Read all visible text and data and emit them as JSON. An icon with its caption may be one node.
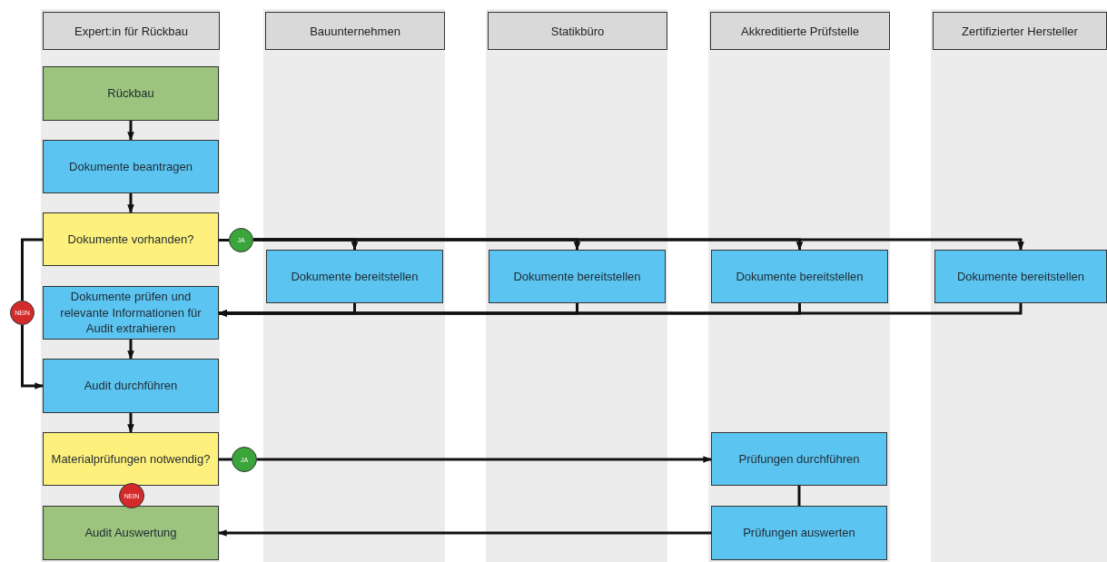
{
  "diagram": {
    "nodes": [
      {
        "text": [
          "Expert:in für Rückbau"
        ]
      },
      {
        "text": [
          "Bauunternehmen"
        ]
      },
      {
        "text": [
          "Statikbüro"
        ]
      },
      {
        "text": [
          "Akkreditierte Prüfstelle"
        ]
      },
      {
        "text": [
          "Zertifizierter Hersteller"
        ]
      },
      {
        "text": [
          "Rückbau"
        ],
        "in": 0
      },
      {
        "text": [
          "Dokumente beantragen"
        ],
        "in": 0
      },
      {
        "text": [
          "Dokumente vorhanden?"
        ],
        "in": 0
      },
      {
        "text": [
          "JA"
        ]
      },
      {
        "text": [
          "NEIN"
        ]
      },
      {
        "text": [
          "Dokumente bereitstellen"
        ],
        "in": 1
      },
      {
        "text": [
          "Dokumente bereitstellen"
        ],
        "in": 2
      },
      {
        "text": [
          "Dokumente bereitstellen"
        ],
        "in": 3
      },
      {
        "text": [
          "Dokumente bereitstellen"
        ],
        "in": 4
      },
      {
        "text": [
          "Dokumente prüfen und relevante Informationen für Audit extrahieren"
        ],
        "in": 0
      },
      {
        "text": [
          "Audit durchführen"
        ],
        "in": 0
      },
      {
        "text": [
          "Materialprüfungen notwendig?"
        ],
        "in": 0
      },
      {
        "text": [
          "JA"
        ]
      },
      {
        "text": [
          "NEIN"
        ],
        "in": 0
      },
      {
        "text": [
          "Prüfungen durchführen"
        ],
        "in": 3
      },
      {
        "text": [
          "Prüfungen auswerten"
        ],
        "in": 3
      },
      {
        "text": [
          "Audit Auswertung"
        ],
        "in": 0
      }
    ],
    "edges": [
      {
        "from": 5,
        "to": 6,
        "arrow": "to"
      },
      {
        "from": 6,
        "to": 7,
        "arrow": "to"
      },
      {
        "from": 7,
        "to": 8,
        "arrow": "none"
      },
      {
        "from": 8,
        "to": 10,
        "arrow": "to"
      },
      {
        "from": 8,
        "to": 11,
        "arrow": "to"
      },
      {
        "from": 8,
        "to": 12,
        "arrow": "to"
      },
      {
        "from": 8,
        "to": 13,
        "arrow": "to"
      },
      {
        "from": 10,
        "to": 14,
        "arrow": "to"
      },
      {
        "from": 11,
        "to": 14,
        "arrow": "to"
      },
      {
        "from": 12,
        "to": 14,
        "arrow": "to"
      },
      {
        "from": 13,
        "to": 14,
        "arrow": "to"
      },
      {
        "from": 7,
        "to": 9,
        "arrow": "none"
      },
      {
        "from": 9,
        "to": 15,
        "arrow": "to"
      },
      {
        "from": 14,
        "to": 15,
        "arrow": "to"
      },
      {
        "from": 15,
        "to": 16,
        "arrow": "to"
      },
      {
        "from": 16,
        "to": 17,
        "arrow": "none"
      },
      {
        "from": 17,
        "to": 19,
        "arrow": "to"
      },
      {
        "from": 19,
        "to": 20,
        "arrow": "none"
      },
      {
        "from": 20,
        "to": 21,
        "arrow": "to"
      }
    ]
  }
}
